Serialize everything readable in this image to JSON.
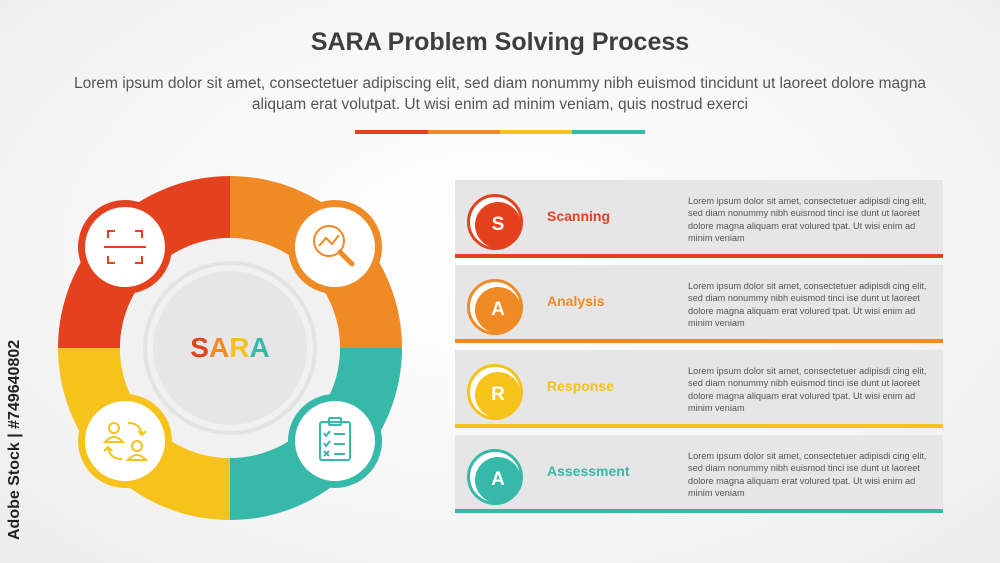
{
  "header": {
    "title": "SARA Problem Solving Process",
    "subtitle": "Lorem ipsum dolor sit amet, consectetuer adipiscing elit, sed diam nonummy nibh euismod tincidunt ut laoreet dolore magna aliquam erat volutpat. Ut wisi enim ad minim veniam, quis nostrud exerci"
  },
  "watermark": "Adobe Stock | #749640802",
  "colors": {
    "scanning": "#e4421f",
    "analysis": "#f08a24",
    "response": "#f6c21c",
    "assessment": "#36b9a8"
  },
  "center": {
    "letters": [
      "S",
      "A",
      "R",
      "A"
    ]
  },
  "wheel_icons": [
    {
      "name": "scan-icon"
    },
    {
      "name": "magnifier-analysis-icon"
    },
    {
      "name": "people-exchange-icon"
    },
    {
      "name": "checklist-clipboard-icon"
    }
  ],
  "steps": [
    {
      "letter": "S",
      "label": "Scanning",
      "color": "#e4421f",
      "text": "Lorem ipsum dolor sit amet, consectetuer adipisdi cing elit, sed diam nonummy nibh euismod tinci ise dunt ut laoreet dolore magna aliquam erat volured tpat. Ut wisi enim ad minim veniam"
    },
    {
      "letter": "A",
      "label": "Analysis",
      "color": "#f08a24",
      "text": "Lorem ipsum dolor sit amet, consectetuer adipisdi cing elit, sed diam nonummy nibh euismod tinci ise dunt ut laoreet dolore magna aliquam erat volured tpat. Ut wisi enim ad minim veniam"
    },
    {
      "letter": "R",
      "label": "Response",
      "color": "#f6c21c",
      "text": "Lorem ipsum dolor sit amet, consectetuer adipisdi cing elit, sed diam nonummy nibh euismod tinci ise dunt ut laoreet dolore magna aliquam erat volured tpat. Ut wisi enim ad minim veniam"
    },
    {
      "letter": "A",
      "label": "Assessment",
      "color": "#36b9a8",
      "text": "Lorem ipsum dolor sit amet, consectetuer adipisdi cing elit, sed diam nonummy nibh euismod tinci ise dunt ut laoreet dolore magna aliquam erat volured tpat. Ut wisi enim ad minim veniam"
    }
  ]
}
